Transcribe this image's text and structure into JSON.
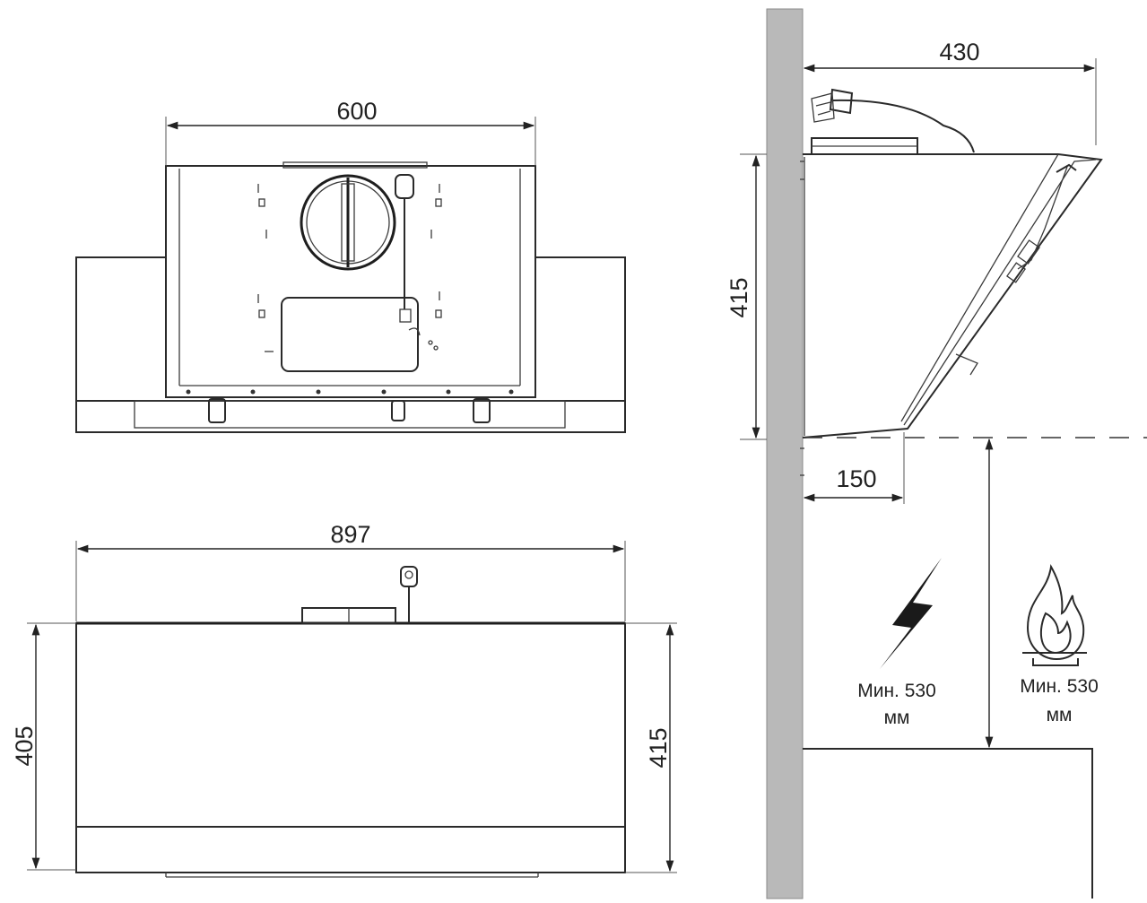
{
  "front_view_top": {
    "width": "600"
  },
  "front_view_bottom": {
    "width": "897",
    "left_height": "405",
    "right_height": "415"
  },
  "side_view": {
    "depth": "430",
    "height": "415",
    "bottom_offset": "150",
    "electric_clearance": {
      "line1": "Мин. 530",
      "line2": "мм",
      "icon": "lightning-icon"
    },
    "gas_clearance": {
      "line1": "Мин. 530",
      "line2": "мм",
      "icon": "flame-icon"
    }
  },
  "colors": {
    "line": "#2a2a2a",
    "wall": "#b9b9b9"
  }
}
